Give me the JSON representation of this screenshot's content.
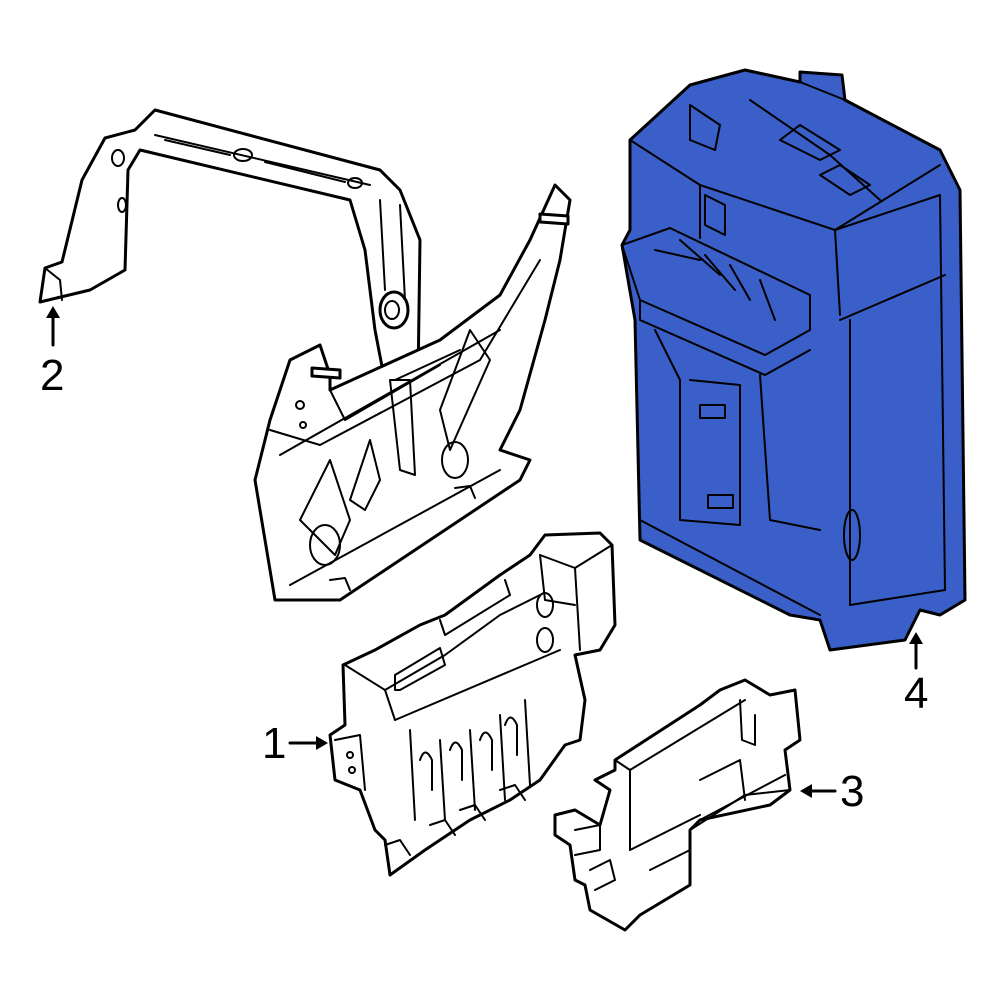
{
  "callouts": {
    "c1": "1",
    "c2": "2",
    "c3": "3",
    "c4": "4"
  },
  "colors": {
    "highlight": "#3A5FC8",
    "highlight_dark": "#2E4FB0",
    "outline": "#000000",
    "background": "#ffffff"
  }
}
